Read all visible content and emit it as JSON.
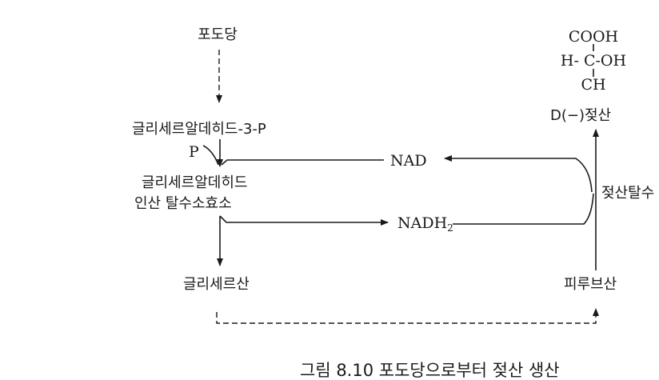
{
  "nodes": {
    "glucose": "포도당",
    "g3p": "글리세르알데히드-3-P",
    "phosphate": "P",
    "enzyme_line1": "글리세르알데히드",
    "enzyme_line2": "인산 탈수소효소",
    "glycerate": "글리세르산",
    "pyruvate": "피루브산",
    "nad": "NAD",
    "nadh2": "NADH",
    "nadh2_sub": "2",
    "ldh": "젖산탈수",
    "lactate": "D(−)젖산"
  },
  "structure": {
    "line1": "COOH",
    "line2": "H- C-OH",
    "line3": "CH"
  },
  "caption": "그림  8.10 포도당으로부터 젖산 생산"
}
